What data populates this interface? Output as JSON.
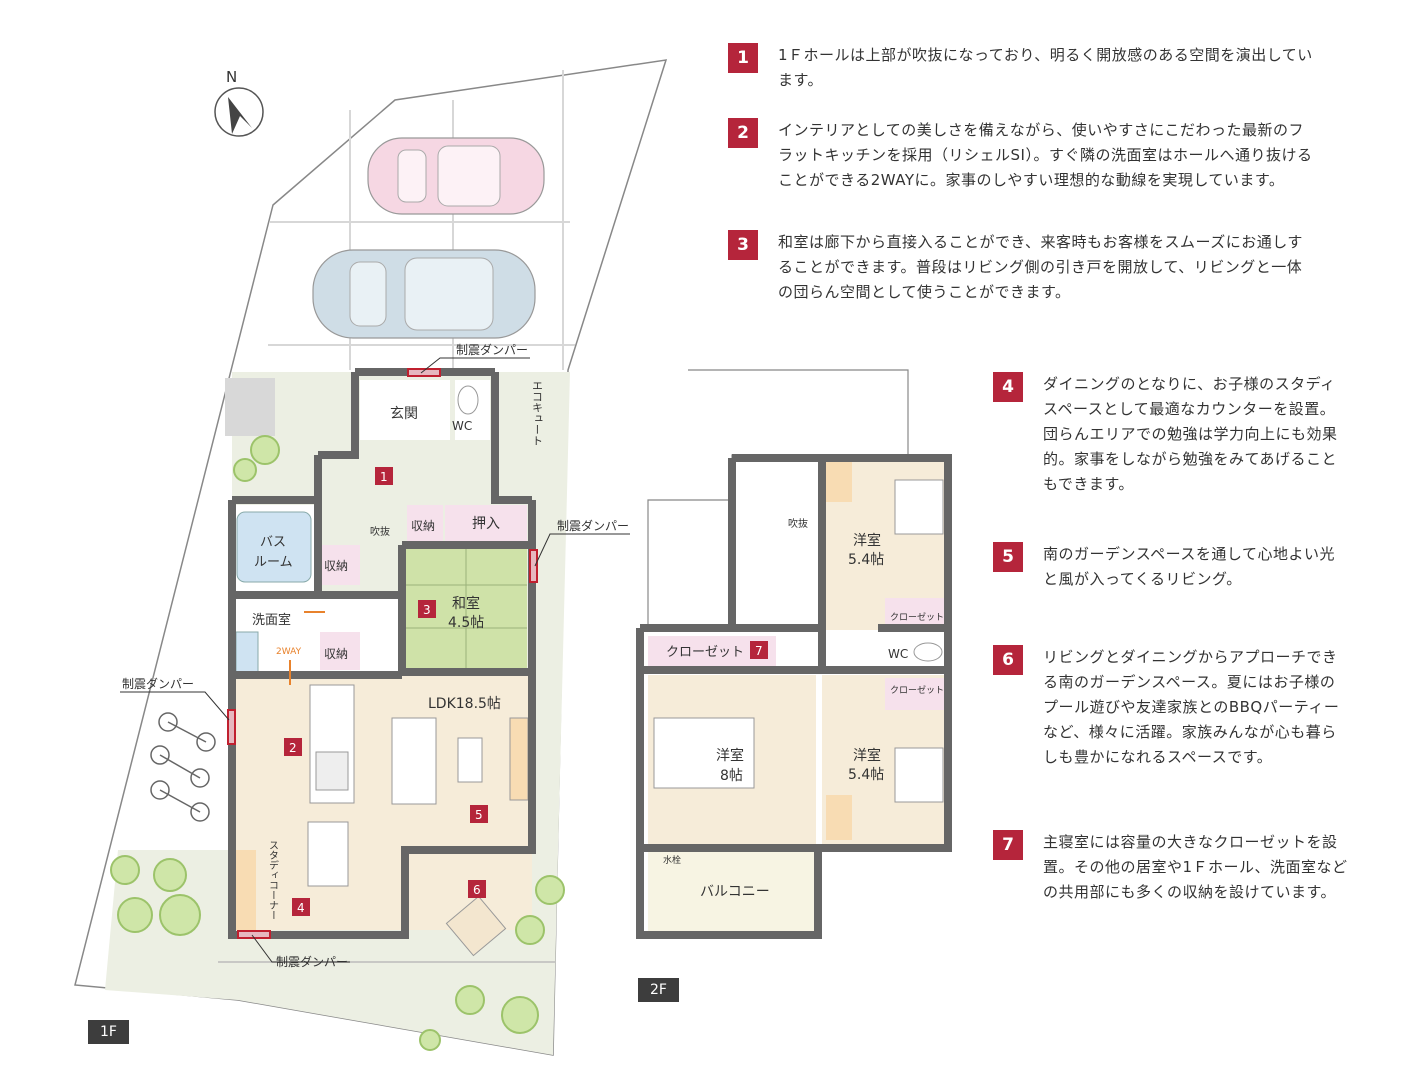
{
  "compass": {
    "label": "N"
  },
  "floor_1": {
    "tag": "1F",
    "rooms": {
      "entrance": "玄関",
      "wc": "WC",
      "eco_cute": "エコキュート",
      "fukinuke": "吹抜",
      "storage_a": "収納",
      "storage_b": "収納",
      "storage_c": "収納",
      "oshiire": "押入",
      "bath_1": "バス",
      "bath_2": "ルーム",
      "washroom": "洗面室",
      "two_way": "2WAY",
      "washitsu_1": "和室",
      "washitsu_2": "4.5帖",
      "ldk": "LDK18.5帖",
      "study": "スタディコーナー"
    },
    "damper_labels": [
      "制震ダンパー",
      "制震ダンパー",
      "制震ダンパー",
      "制震ダンパー"
    ]
  },
  "floor_2": {
    "tag": "2F",
    "rooms": {
      "fukinuke": "吹抜",
      "room_ne_1": "洋室",
      "room_ne_2": "5.4帖",
      "closet_ne": "クローゼット",
      "closet_master": "クローゼット",
      "wc": "WC",
      "closet_se": "クローゼット",
      "master_1": "洋室",
      "master_2": "8帖",
      "room_se_1": "洋室",
      "room_se_2": "5.4帖",
      "faucet": "水栓",
      "balcony": "バルコニー"
    }
  },
  "notes": [
    {
      "num": "1",
      "lines": [
        "1Ｆホールは上部が吹抜になっており、明るく開放感のある空間を演出してい",
        "ます。"
      ]
    },
    {
      "num": "2",
      "lines": [
        "インテリアとしての美しさを備えながら、使いやすさにこだわった最新のフ",
        "ラットキッチンを採用（リシェルSI）。すぐ隣の洗面室はホールへ通り抜ける",
        "ことができる2WAYに。家事のしやすい理想的な動線を実現しています。"
      ]
    },
    {
      "num": "3",
      "lines": [
        "和室は廊下から直接入ることができ、来客時もお客様をスムーズにお通しす",
        "ることができます。普段はリビング側の引き戸を開放して、リビングと一体",
        "の団らん空間として使うことができます。"
      ]
    },
    {
      "num": "4",
      "lines": [
        "ダイニングのとなりに、お子様のスタディ",
        "スペースとして最適なカウンターを設置。",
        "団らんエリアでの勉強は学力向上にも効果",
        "的。家事をしながら勉強をみてあげること",
        "もできます。"
      ]
    },
    {
      "num": "5",
      "lines": [
        "南のガーデンスペースを通して心地よい光",
        "と風が入ってくるリビング。"
      ]
    },
    {
      "num": "6",
      "lines": [
        "リビングとダイニングからアプローチでき",
        "る南のガーデンスペース。夏にはお子様の",
        "プール遊びや友達家族とのBBQパーティー",
        "など、様々に活躍。家族みんなが心も暮ら",
        "しも豊かになれるスペースです。"
      ]
    },
    {
      "num": "7",
      "lines": [
        "主寝室には容量の大きなクローゼットを設",
        "置。その他の居室や1Ｆホール、洗面室など",
        "の共用部にも多くの収納を設けています。"
      ]
    }
  ],
  "markers": {
    "m1": "1",
    "m2": "2",
    "m3": "3",
    "m4": "4",
    "m5": "5",
    "m6": "6",
    "m7": "7"
  },
  "colors": {
    "accent": "#b5253b",
    "wall": "#666666",
    "tatami": "#cfe2a8",
    "floor": "#f6ecd9",
    "closet": "#f6e1ec",
    "garden": "#ecefe3",
    "bath": "#cfe3f2"
  }
}
